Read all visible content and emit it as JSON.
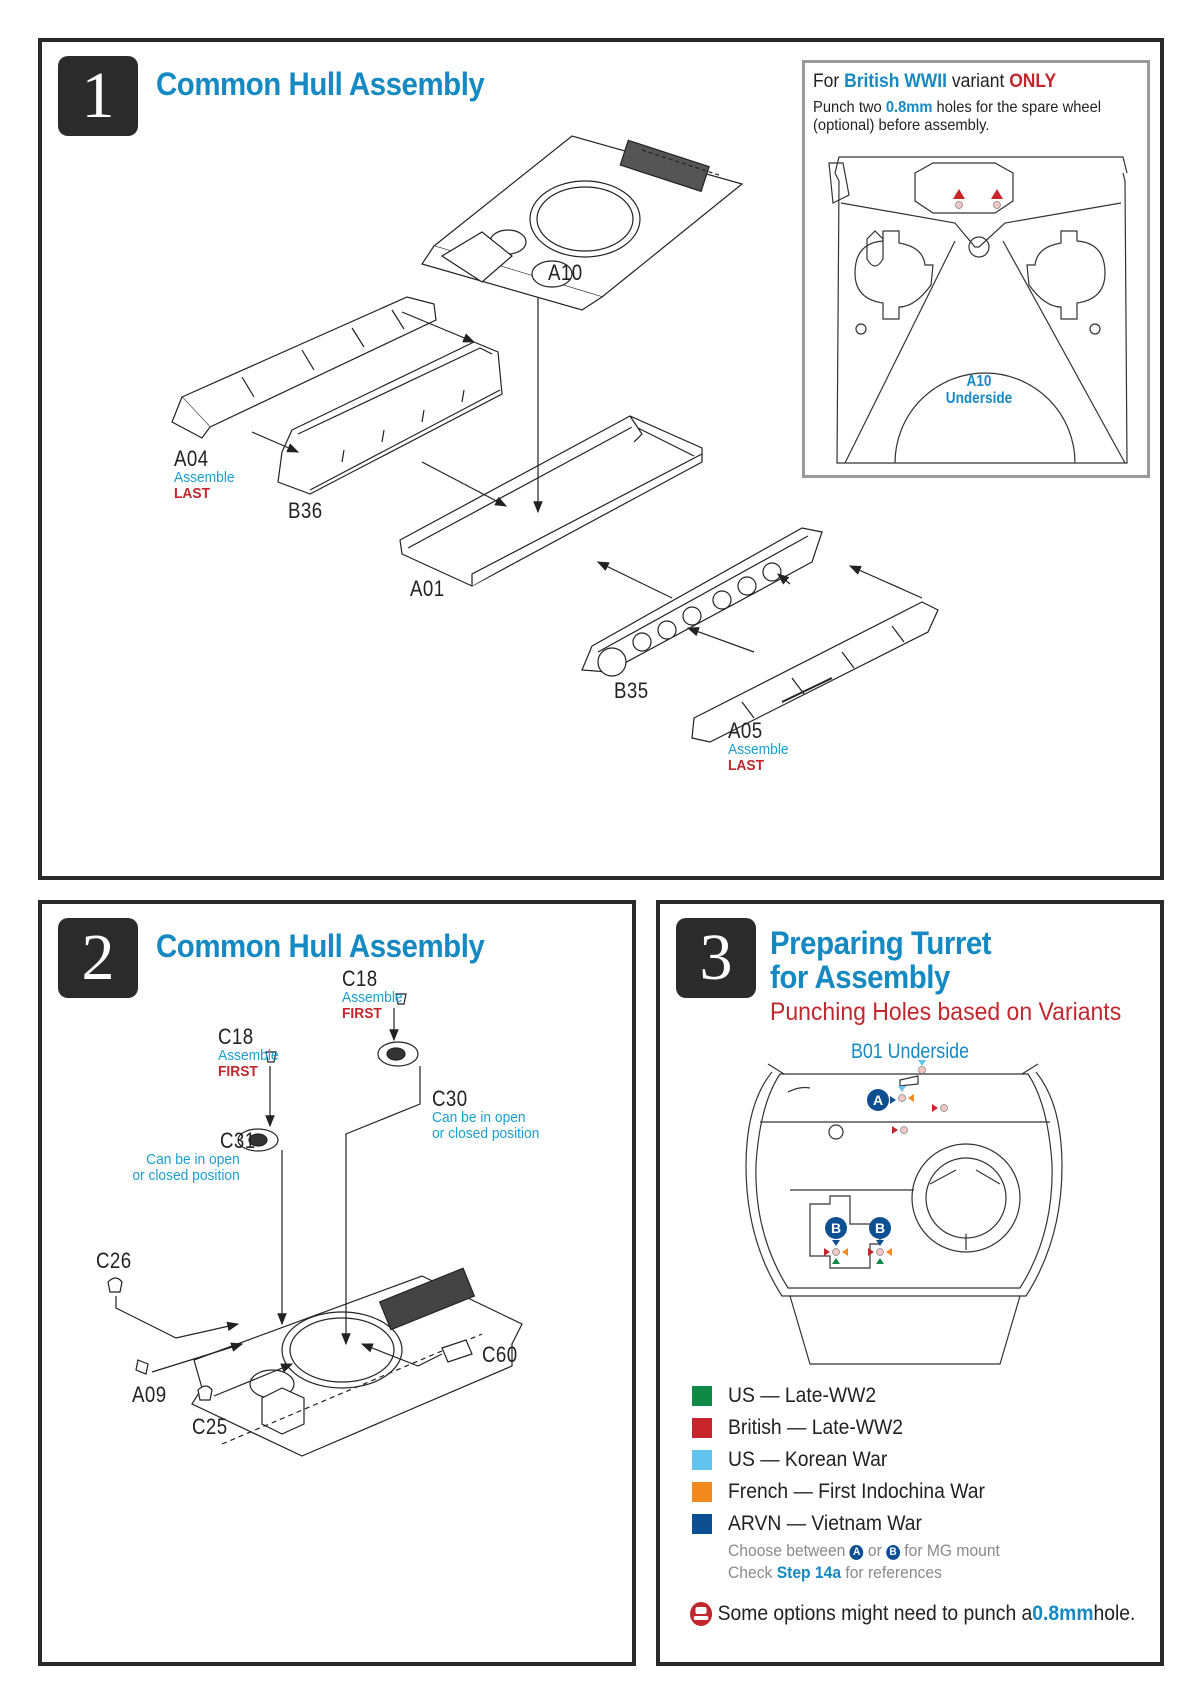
{
  "step1": {
    "number": "1",
    "title": "Common Hull Assembly",
    "parts": {
      "a10": "A10",
      "a04": "A04",
      "a04_note": "Assemble",
      "a04_note2": "LAST",
      "b36": "B36",
      "a01": "A01",
      "b35": "B35",
      "a05": "A05",
      "a05_note": "Assemble",
      "a05_note2": "LAST"
    },
    "inset": {
      "heading_pre": "For ",
      "heading_variant": "British WWII",
      "heading_mid": " variant ",
      "heading_only": "ONLY",
      "line1_pre": "Punch two ",
      "line1_size": "0.8mm",
      "line1_post": " holes for the spare wheel",
      "line2": "(optional) before assembly.",
      "label1": "A10",
      "label2": "Underside"
    }
  },
  "step2": {
    "number": "2",
    "title": "Common Hull Assembly",
    "parts": {
      "c18a": "C18",
      "c18a_note": "Assemble",
      "c18a_note2": "FIRST",
      "c18b": "C18",
      "c18b_note": "Assemble",
      "c18b_note2": "FIRST",
      "c30": "C30",
      "c30_note1": "Can be in open",
      "c30_note2": "or closed position",
      "c31": "C31",
      "c31_note1": "Can be in open",
      "c31_note2": "or closed position",
      "c26": "C26",
      "a09": "A09",
      "c25": "C25",
      "c60": "C60"
    }
  },
  "step3": {
    "number": "3",
    "title_line1": "Preparing Turret",
    "title_line2": "for Assembly",
    "subtitle": "Punching Holes based on Variants",
    "diagram_label": "B01 Underside",
    "badge_a": "A",
    "badge_b": "B",
    "legend": [
      {
        "label": "US — Late-WW2",
        "color": "#0e8a45"
      },
      {
        "label": "British — Late-WW2",
        "color": "#c9252c"
      },
      {
        "label": "US — Korean War",
        "color": "#62c3ec"
      },
      {
        "label": "French — First Indochina War",
        "color": "#f28a1f"
      },
      {
        "label": "ARVN — Vietnam War",
        "color": "#0d4f91"
      }
    ],
    "arvn_note1_pre": "Choose between ",
    "arvn_note1_or": " or ",
    "arvn_note1_post": " for MG mount",
    "arvn_note2_pre": "Check ",
    "arvn_note2_step": "Step 14a",
    "arvn_note2_post": " for references",
    "warning_pre": "Some options might need to punch a ",
    "warning_size": "0.8mm",
    "warning_post": " hole."
  }
}
